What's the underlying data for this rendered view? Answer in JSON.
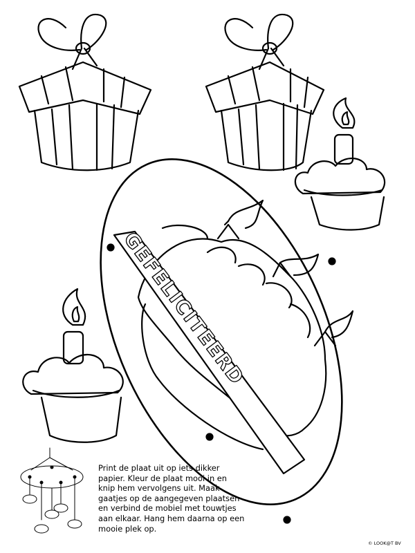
{
  "instructions": {
    "lines": [
      "Print de plaat uit op iets dikker",
      "papier. Kleur de plaat mooi in en",
      "knip hem vervolgens uit. Maak",
      "gaatjes op de aangegeven plaatsen",
      "en verbind de mobiel met touwtjes",
      "aan elkaar. Hang hem daarna op een",
      "mooie plek op."
    ]
  },
  "banner": {
    "text": "GEFELICITEERD"
  },
  "copyright": "© LOOK@T BV"
}
